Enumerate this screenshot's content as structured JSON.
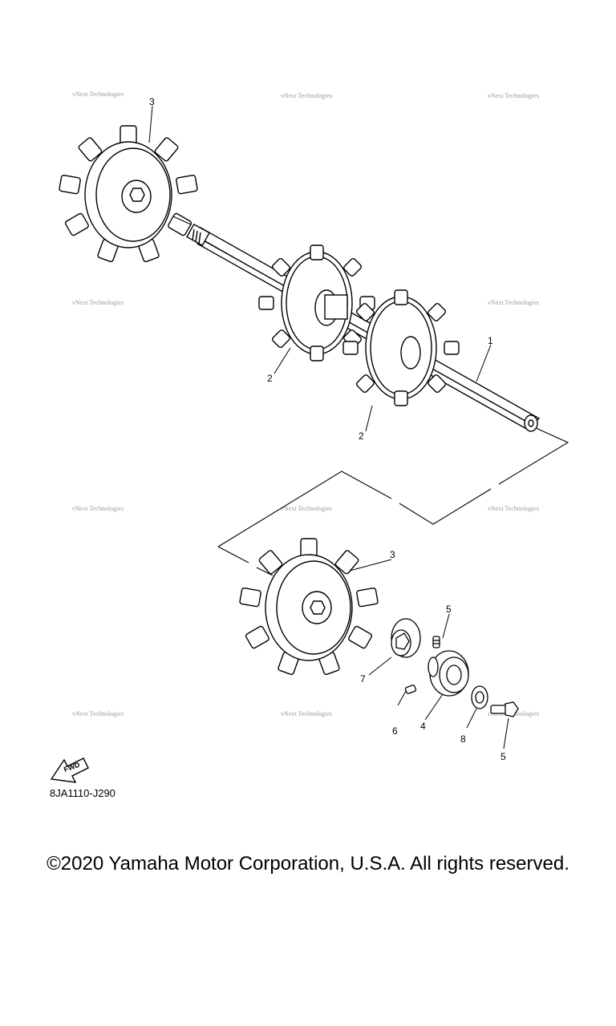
{
  "diagram": {
    "callouts": [
      {
        "id": "1",
        "text": "1"
      },
      {
        "id": "2a",
        "text": "2"
      },
      {
        "id": "2b",
        "text": "2"
      },
      {
        "id": "3a",
        "text": "3"
      },
      {
        "id": "3b",
        "text": "3"
      },
      {
        "id": "4",
        "text": "4"
      },
      {
        "id": "5a",
        "text": "5"
      },
      {
        "id": "5b",
        "text": "5"
      },
      {
        "id": "6",
        "text": "6"
      },
      {
        "id": "7",
        "text": "7"
      },
      {
        "id": "8",
        "text": "8"
      }
    ],
    "watermark_text": "vNext Technologies",
    "fwd_label": "FWD",
    "part_code": "8JA1110-J290"
  },
  "footer": {
    "copyright": "©2020 Yamaha Motor Corporation, U.S.A. All rights reserved."
  }
}
